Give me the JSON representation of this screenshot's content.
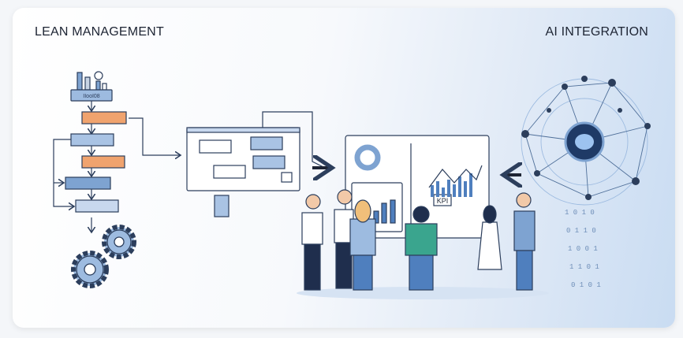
{
  "titles": {
    "left": "LEAN MANAGEMENT",
    "right": "AI INTEGRATION"
  },
  "flow": {
    "top_box_label": "IIooI08"
  },
  "dashboard": {
    "kpi_label": "KPI"
  },
  "binary_columns": [
    "1 0 1 0",
    "0 1 1 0",
    "1 0 0 1",
    "1 1 0 1",
    "0 1 0 1"
  ],
  "colors": {
    "blue": "#7ea3d1",
    "orange": "#f0a36e",
    "outline": "#2c3e5c",
    "teal": "#3aa58e"
  }
}
